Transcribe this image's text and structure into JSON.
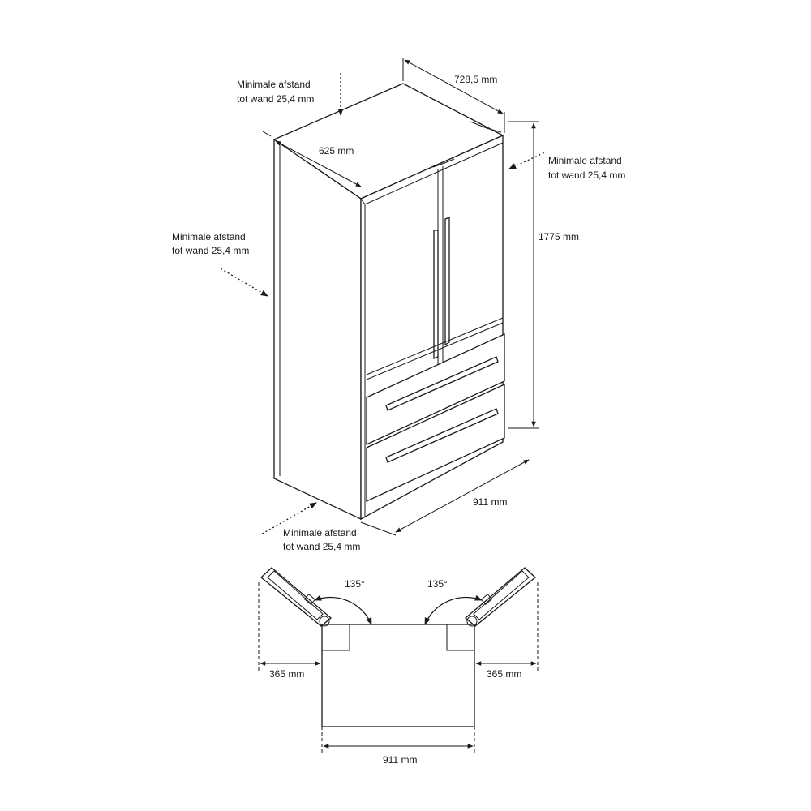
{
  "labels": {
    "depth_top": "728,5 mm",
    "depth_side": "625 mm",
    "height": "1775 mm",
    "width_front": "911 mm",
    "clear_back_1": "Minimale afstand",
    "clear_back_2": "tot wand 25,4 mm",
    "clear_right_1": "Minimale afstand",
    "clear_right_2": "tot wand 25,4 mm",
    "clear_left_1": "Minimale afstand",
    "clear_left_2": "tot wand 25,4 mm",
    "clear_bottom_1": "Minimale afstand",
    "clear_bottom_2": "tot wand 25,4 mm",
    "angle_left": "135°",
    "angle_right": "135°",
    "door_left": "365 mm",
    "door_right": "365 mm",
    "width_plan": "911 mm"
  }
}
